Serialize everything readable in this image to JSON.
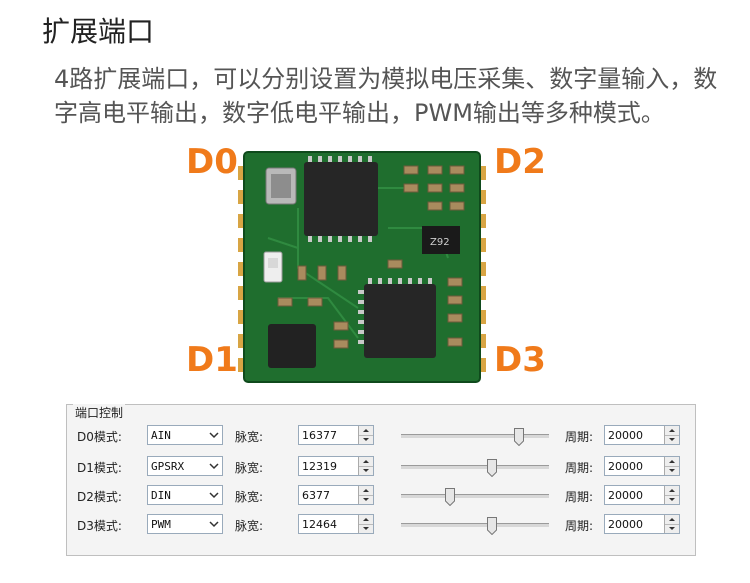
{
  "header": {
    "title": "扩展端口",
    "description": "4路扩展端口，可以分别设置为模拟电压采集、数字量输入，数字高电平输出，数字低电平输出，PWM输出等多种模式。"
  },
  "pins": {
    "d0": "D0",
    "d1": "D1",
    "d2": "D2",
    "d3": "D3"
  },
  "board": {
    "chip_marking": "Z92"
  },
  "colors": {
    "accent": "#f07a1a",
    "pcb": "#1f6e2e"
  },
  "panel": {
    "title": "端口控制",
    "width_label": "脉宽:",
    "period_label": "周期:",
    "rows": [
      {
        "label": "D0模式:",
        "mode": "AIN",
        "pulse_width": "16377",
        "period": "20000",
        "slider_fraction": 0.82
      },
      {
        "label": "D1模式:",
        "mode": "GPSRX",
        "pulse_width": "12319",
        "period": "20000",
        "slider_fraction": 0.62
      },
      {
        "label": "D2模式:",
        "mode": "DIN",
        "pulse_width": "6377",
        "period": "20000",
        "slider_fraction": 0.32
      },
      {
        "label": "D3模式:",
        "mode": "PWM",
        "pulse_width": "12464",
        "period": "20000",
        "slider_fraction": 0.62
      }
    ]
  }
}
